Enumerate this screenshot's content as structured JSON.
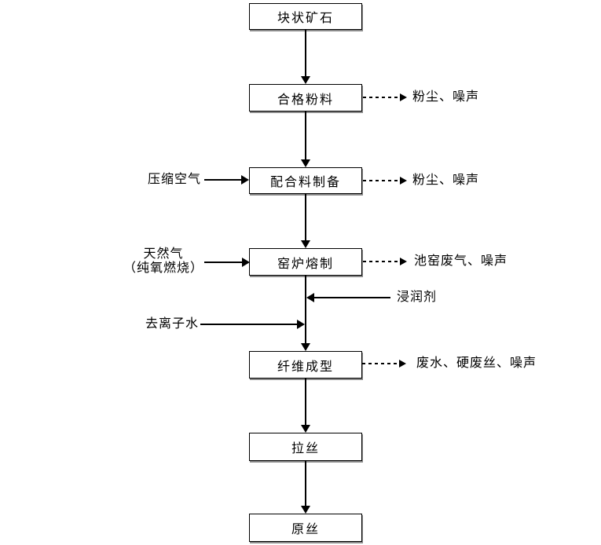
{
  "diagram": {
    "title": "glass-fiber production process flowchart",
    "colors": {
      "line": "#000000",
      "background": "#ffffff",
      "text": "#000000"
    },
    "nodes": {
      "block_ore": "块状矿石",
      "qualified_powder": "合格粉料",
      "batch_preparation": "配合料制备",
      "kiln_melting": "窑炉熔制",
      "fiber_forming": "纤维成型",
      "wire_drawing": "拉丝",
      "raw_strand": "原丝"
    },
    "inputs": {
      "compressed_air": "压缩空气",
      "natural_gas_line1": "天然气",
      "natural_gas_line2": "（纯氧燃烧）",
      "sizing_agent": "浸润剂",
      "deionized_water": "去离子水"
    },
    "emissions": {
      "powder_stage": "粉尘、噪声",
      "batch_stage": "粉尘、噪声",
      "kiln_stage": "池窑废气、噪声",
      "forming_stage": "废水、硬废丝、噪声"
    }
  }
}
